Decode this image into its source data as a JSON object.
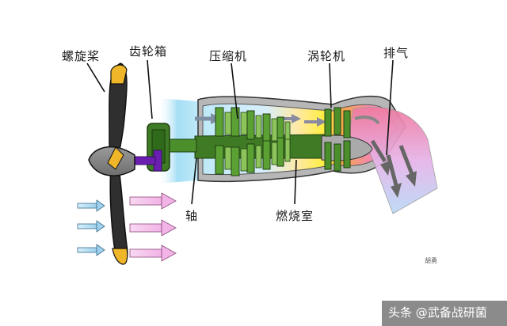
{
  "labels": {
    "propeller": "螺旋桨",
    "gearbox": "齿轮箱",
    "compressor": "压缩机",
    "turbine": "涡轮机",
    "exhaust": "排气",
    "shaft": "轴",
    "combustor": "燃烧室"
  },
  "watermark": "头条 @武备战研菌",
  "signature": "胡勇",
  "colors": {
    "compressor_green": "#4a8f2a",
    "shaft_green": "#3f7a24",
    "gear_purple": "#6a1fb0",
    "propeller_yellow": "#f0b62a",
    "intake_arrow_blue": "#a9dcf2",
    "thrust_arrow_pink": "#f2b8e8",
    "combustion_yellow": "#ffee44",
    "exhaust_pink": "#f08ab0",
    "casing_gray": "#a9a9a9"
  }
}
